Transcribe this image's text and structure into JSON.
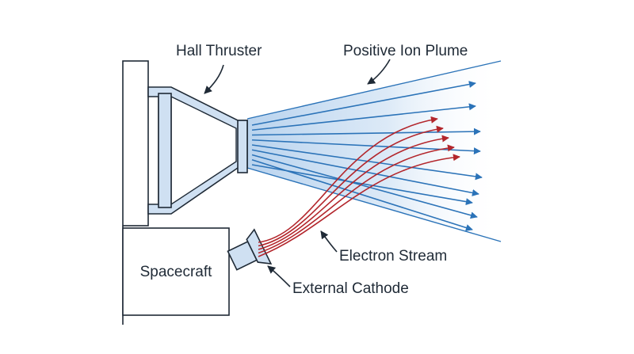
{
  "labels": {
    "hall_thruster": "Hall Thruster",
    "positive_ion_plume": "Positive Ion Plume",
    "electron_stream": "Electron Stream",
    "spacecraft": "Spacecraft",
    "external_cathode": "External Cathode"
  },
  "colors": {
    "outline": "#1f2a36",
    "thruster_fill": "#cfe0f2",
    "plume": "#c6dcf1",
    "ion_arrow": "#2b73b8",
    "electron_arrow": "#b3262c"
  },
  "plume": {
    "ion_arrow_count": 9,
    "electron_arrow_count": 5
  }
}
